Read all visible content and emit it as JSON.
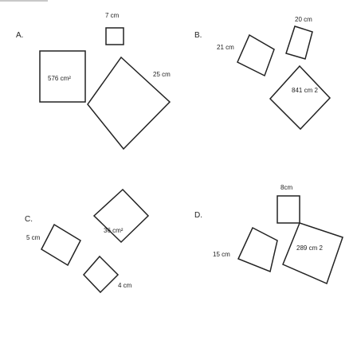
{
  "colors": {
    "stroke": "#222222",
    "background": "#ffffff"
  },
  "options": [
    {
      "letter": "A.",
      "labels": [
        "7 cm",
        "576 cm²",
        "25 cm"
      ]
    },
    {
      "letter": "B.",
      "labels": [
        "20 cm",
        "21 cm",
        "841 cm 2"
      ]
    },
    {
      "letter": "C.",
      "labels": [
        "36 cm²",
        "5 cm",
        "4 cm"
      ]
    },
    {
      "letter": "D.",
      "labels": [
        "8cm",
        "15 cm",
        "289 cm  2"
      ]
    }
  ]
}
